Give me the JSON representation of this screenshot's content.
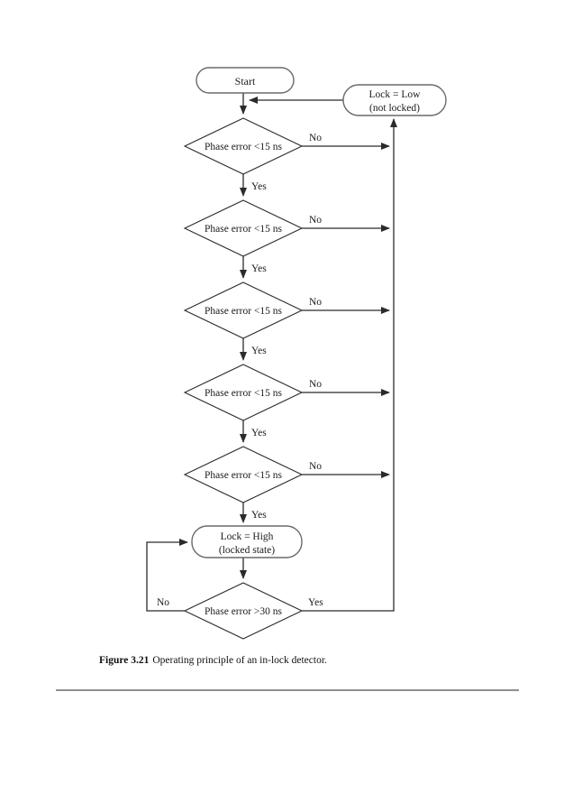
{
  "page": {
    "caption_label": "Figure 3.21",
    "caption_text": "Operating principle of an in-lock detector."
  },
  "flowchart": {
    "start_label": "Start",
    "lock_low": {
      "line1": "Lock = Low",
      "line2": "(not locked)"
    },
    "lock_high": {
      "line1": "Lock = High",
      "line2": "(locked state)"
    },
    "decisions": [
      "Phase error <15 ns",
      "Phase error <15 ns",
      "Phase error <15 ns",
      "Phase error <15 ns",
      "Phase error <15 ns"
    ],
    "final_decision": "Phase error >30 ns",
    "labels": {
      "yes": "Yes",
      "no": "No"
    },
    "colors": {
      "line": "#2b2b2b",
      "box_border": "#6a6a6a",
      "text": "#1a1a1a",
      "divider": "#8f8f8f",
      "background": "#ffffff"
    }
  }
}
